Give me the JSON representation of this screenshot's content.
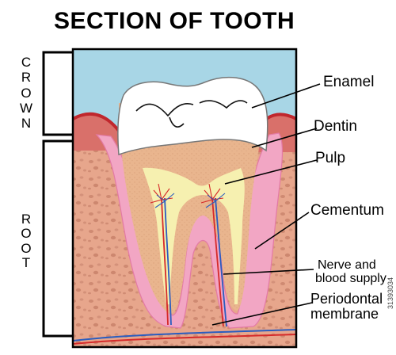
{
  "diagram": {
    "title": "SECTION OF TOOTH",
    "regions": {
      "crown": [
        "C",
        "R",
        "O",
        "W",
        "N"
      ],
      "root": [
        "R",
        "O",
        "O",
        "T"
      ]
    },
    "labels": {
      "enamel": "Enamel",
      "dentin": "Dentin",
      "pulp": "Pulp",
      "cementum": "Cementum",
      "nerve_line1": "Nerve and",
      "nerve_line2": "blood supply",
      "perio_line1": "Periodontal",
      "perio_line2": "membrane"
    },
    "stock_id": "31393034",
    "colors": {
      "sky": "#a8d6e6",
      "gum": "#d9706a",
      "gum_edge": "#c0272d",
      "bone": "#e7a68c",
      "bone_spots": "#cf8a72",
      "enamel": "#ffffff",
      "dentin": "#e9b58e",
      "pulp": "#f6f0b0",
      "membrane": "#f2a6c4",
      "nerve_red": "#d62a2a",
      "nerve_blue": "#2a5dbf"
    }
  }
}
